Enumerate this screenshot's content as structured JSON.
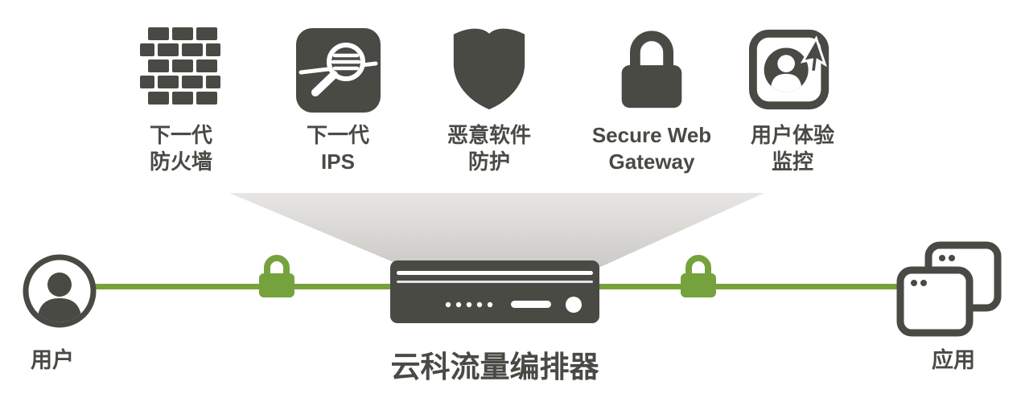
{
  "diagram_title": "云科流量编排器 security service chaining diagram",
  "colors": {
    "dark": "#4a4a45",
    "green": "#76a23d",
    "funnel_top": "#e7e6e4",
    "funnel_bottom": "#cbcac6",
    "background": "#ffffff"
  },
  "services": [
    {
      "id": "next-gen-firewall",
      "icon": "brick-wall-icon",
      "line1": "下一代",
      "line2": "防火墙"
    },
    {
      "id": "next-gen-ips",
      "icon": "magnifier-inspect-icon",
      "line1": "下一代",
      "line2": "IPS"
    },
    {
      "id": "malware-protection",
      "icon": "shield-icon",
      "line1": "恶意软件",
      "line2": "防护"
    },
    {
      "id": "secure-web-gateway",
      "icon": "padlock-icon",
      "line1": "Secure Web",
      "line2": "Gateway"
    },
    {
      "id": "user-experience-monitoring",
      "icon": "user-cursor-icon",
      "line1": "用户体验",
      "line2": "监控"
    }
  ],
  "nodes": {
    "user": {
      "label": "用户"
    },
    "orchestrator": {
      "label": "云科流量编排器"
    },
    "apps": {
      "label": "应用"
    }
  }
}
